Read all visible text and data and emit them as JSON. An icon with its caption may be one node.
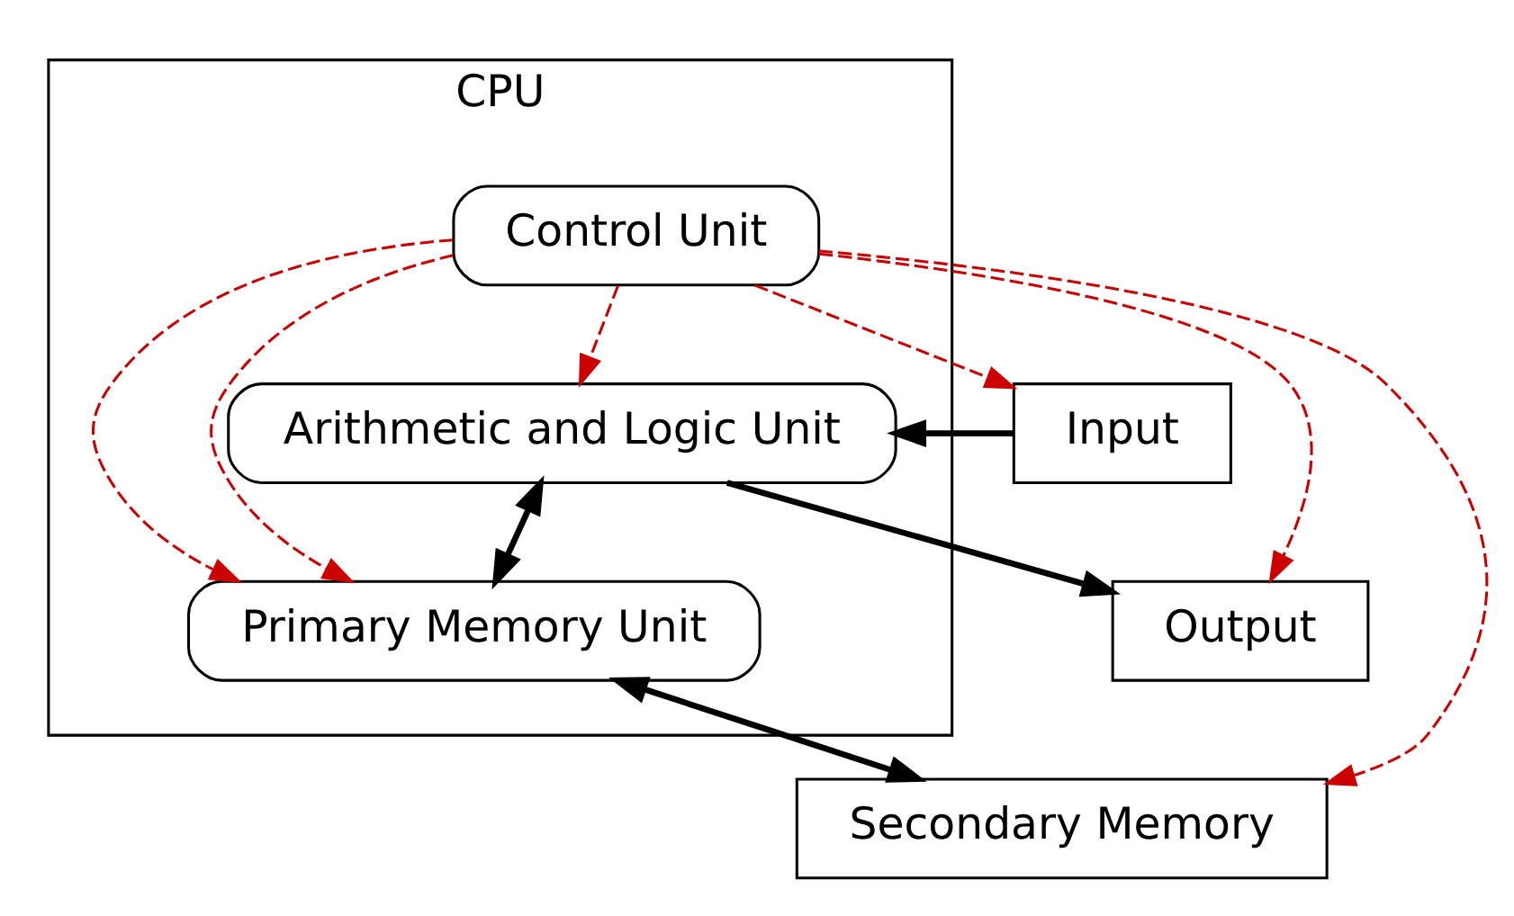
{
  "diagram": {
    "nodes": [
      {
        "text": [
          "CPU"
        ]
      },
      {
        "text": [
          "Control Unit"
        ],
        "in": 0
      },
      {
        "text": [
          "Input"
        ]
      },
      {
        "text": [
          "Arithmetic and Logic Unit"
        ],
        "in": 0
      },
      {
        "text": [
          "Output"
        ]
      },
      {
        "text": [
          "Primary Memory Unit"
        ],
        "in": 0
      },
      {
        "text": [
          "Secondary Memory"
        ]
      }
    ],
    "edges": [
      {
        "from": 1,
        "to": 2,
        "arrow": "to",
        "style": "dashed",
        "color": "#cc0000"
      },
      {
        "from": 1,
        "to": 3,
        "arrow": "to",
        "style": "dashed",
        "color": "#cc0000"
      },
      {
        "from": 1,
        "to": 5,
        "arrow": "to",
        "style": "dashed",
        "color": "#cc0000"
      },
      {
        "from": 1,
        "to": 5,
        "arrow": "to",
        "style": "dashed",
        "color": "#cc0000"
      },
      {
        "from": 1,
        "to": 6,
        "arrow": "to",
        "style": "dashed",
        "color": "#cc0000"
      },
      {
        "from": 1,
        "to": 4,
        "arrow": "to",
        "style": "dashed",
        "color": "#cc0000"
      },
      {
        "from": 2,
        "to": 3,
        "arrow": "to",
        "style": "thick",
        "color": "#000000"
      },
      {
        "from": 3,
        "to": 4,
        "arrow": "to",
        "style": "thick",
        "color": "#000000"
      },
      {
        "from": 3,
        "to": 5,
        "arrow": "both",
        "style": "thick",
        "color": "#000000"
      },
      {
        "from": 5,
        "to": 6,
        "arrow": "both",
        "style": "thick",
        "color": "#000000"
      }
    ]
  }
}
